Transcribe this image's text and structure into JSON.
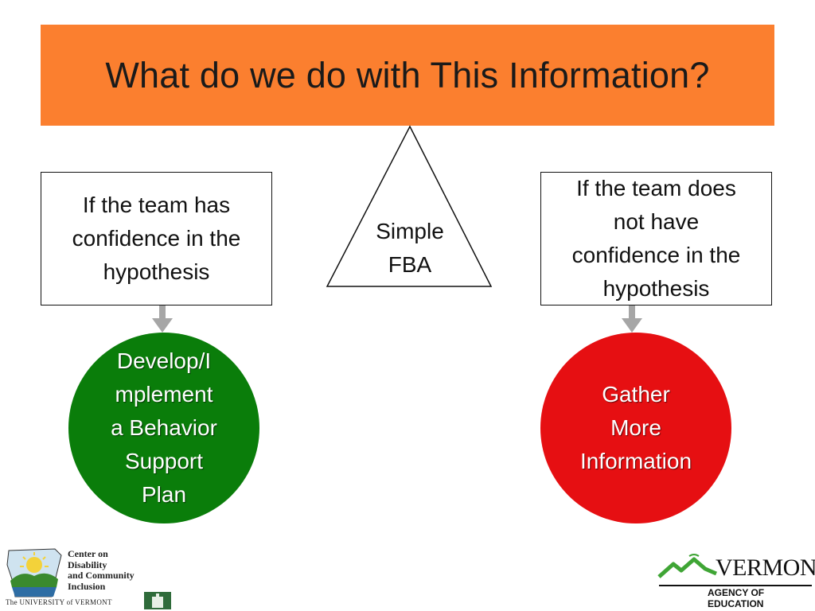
{
  "title": "What do we do with This Information?",
  "center": {
    "label_line1": "Simple",
    "label_line2": "FBA"
  },
  "left_box": {
    "line1": "If the team has",
    "line2": "confidence in the",
    "line3": "hypothesis"
  },
  "right_box": {
    "line1": "If the team does",
    "line2": "not have",
    "line3": "confidence in the",
    "line4": "hypothesis"
  },
  "green_circle": {
    "line1": "Develop/I",
    "line2": "mplement",
    "line3": "a Behavior",
    "line4": "Support",
    "line5": "Plan"
  },
  "red_circle": {
    "line1": "Gather",
    "line2": "More",
    "line3": "Information"
  },
  "logos": {
    "cdci_line1": "Center on",
    "cdci_line2": "Disability",
    "cdci_line3": "and Community",
    "cdci_line4": "Inclusion",
    "uvm": "The UNIVERSITY of VERMONT",
    "vermont": "VERMONT",
    "agency": "AGENCY OF EDUCATION"
  },
  "colors": {
    "title_bar": "#fb7f2f",
    "green": "#0a7d0a",
    "red": "#e60f12",
    "arrow": "#a6a6a6"
  }
}
